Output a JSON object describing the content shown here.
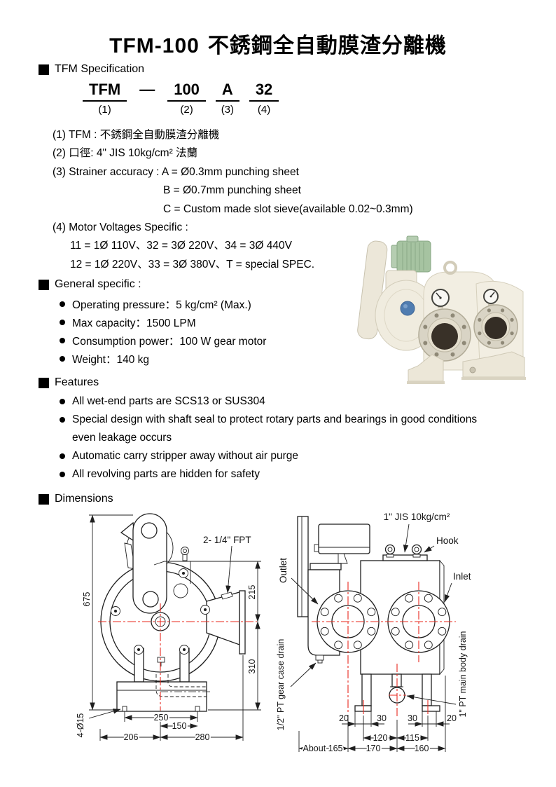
{
  "title": {
    "model": "TFM-100",
    "name": "不銹鋼全自動膜渣分離機"
  },
  "spec": {
    "header": "TFM Specification",
    "code": {
      "seg1": "TFM",
      "dash": "—",
      "seg2": "100",
      "seg3": "A",
      "seg4": "32",
      "lbl1": "(1)",
      "lbl2": "(2)",
      "lbl3": "(3)",
      "lbl4": "(4)"
    },
    "notes": {
      "n1": "(1) TFM : 不銹鋼全自動膜渣分離機",
      "n2": "(2) 口徑: 4\" JIS 10kg/cm² 法蘭",
      "n3": "(3) Strainer accuracy : A = Ø0.3mm punching sheet",
      "n4": "B = Ø0.7mm punching sheet",
      "n5": "C = Custom made slot sieve(available 0.02~0.3mm)",
      "n6": "(4) Motor Voltages Specific :",
      "n7": "11 = 1Ø 110V、32 = 3Ø 220V、34 = 3Ø 440V",
      "n8": "12 = 1Ø 220V、33 = 3Ø 380V、T = special SPEC."
    }
  },
  "general": {
    "header": "General specific :",
    "items": [
      "Operating pressure：5 kg/cm² (Max.)",
      "Max capacity：1500 LPM",
      "Consumption power：100 W gear motor",
      "Weight：140 kg"
    ]
  },
  "features": {
    "header": "Features",
    "item1": "All wet-end parts are SCS13 or SUS304",
    "item2": "Special design with shaft seal to protect rotary parts and bearings in good conditions",
    "item2_cont": "even leakage occurs",
    "item3": "Automatic carry stripper away without air purge",
    "item4": "All revolving parts are hidden for safety"
  },
  "dimensions": {
    "header": "Dimensions",
    "side_view": {
      "fpt": "2- 1/4\" FPT",
      "h675": "675",
      "d215": "215",
      "d310": "310",
      "holes": "4-Ø15",
      "d250": "250",
      "d150": "150",
      "d206": "206",
      "d280": "280"
    },
    "front_view": {
      "jis": "1\" JIS 10kg/cm²",
      "hook": "Hook",
      "outlet": "Outlet",
      "inlet": "Inlet",
      "gear_drain": "1/2\" PT gear case drain",
      "body_drain": "1\" PT main body drain",
      "d20l": "20",
      "d30l": "30",
      "d30r": "30",
      "d20r": "20",
      "d120": "120",
      "d115": "115",
      "about165": "About 165",
      "d170": "170",
      "d160": "160"
    }
  }
}
